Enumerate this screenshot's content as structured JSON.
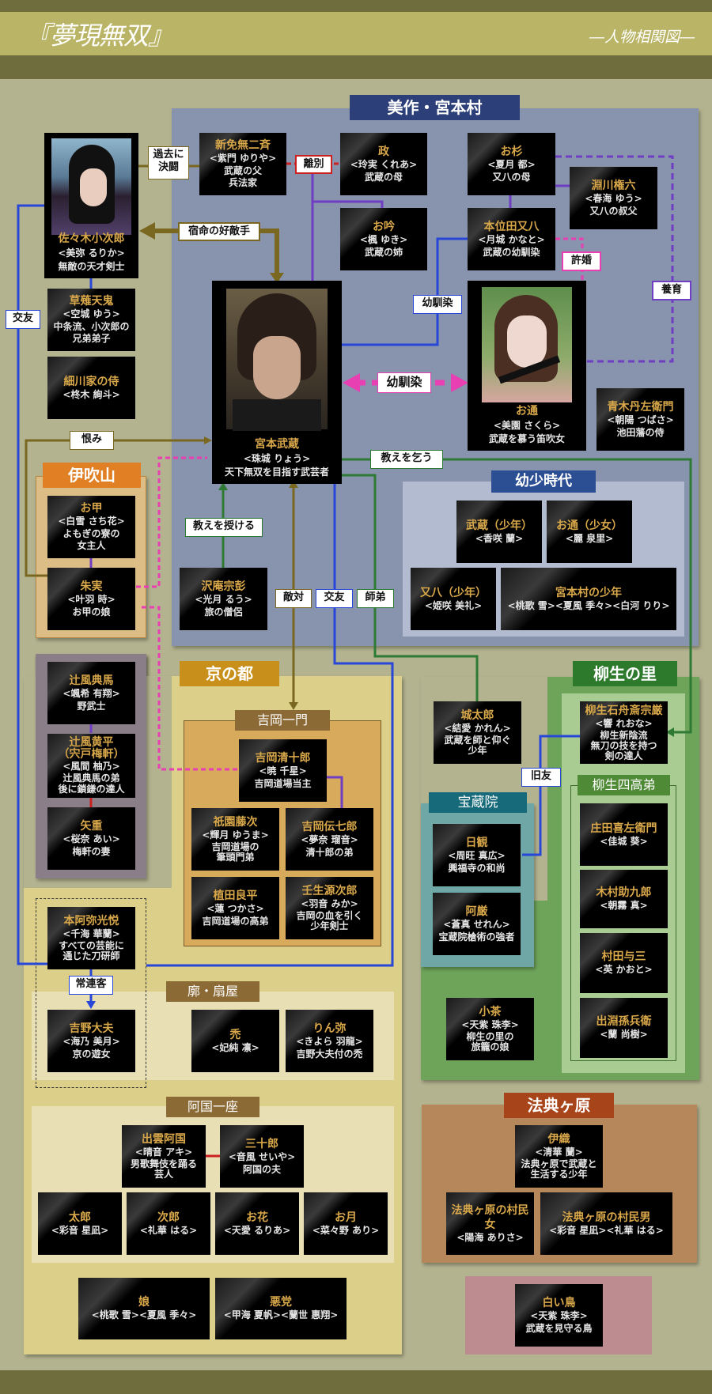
{
  "header": {
    "title": "『夢現無双』",
    "subtitle": "―人物相関図―"
  },
  "regions": {
    "miyamoto": "美作・宮本村",
    "youshou": "幼少時代",
    "ibuki": "伊吹山",
    "kyo": "京の都",
    "yoshioka": "吉岡一門",
    "kuruwa": "廓・扇屋",
    "okuni": "阿国一座",
    "yagyu": "柳生の里",
    "yagyu4": "柳生四高弟",
    "hozoin": "宝蔵院",
    "hotengahara": "法典ヶ原"
  },
  "relations": {
    "kako_kettou": "過去に\n決闘",
    "ribetsu": "離別",
    "shukumei": "宿命の好敵手",
    "kouyu1": "交友",
    "osananajimi1": "幼馴染",
    "osananajimi2": "幼馴染",
    "iinazuke": "許婚",
    "youiku": "養育",
    "urami": "恨み",
    "oshie_kou": "教えを乞う",
    "oshie_sazukeru": "教えを授ける",
    "tekitai": "敵対",
    "kouyu2": "交友",
    "shitei": "師弟",
    "kyuuyuu": "旧友",
    "jouren": "常連客"
  },
  "characters": {
    "kojiro": {
      "name": "佐々木小次郎",
      "actor": "<美弥 るりか>",
      "desc": "無敵の天才剣士"
    },
    "munisai": {
      "name": "新免無二斉",
      "actor": "<紫門 ゆりや>",
      "desc": "武蔵の父\n兵法家"
    },
    "masa": {
      "name": "政",
      "actor": "<玲実 くれあ>",
      "desc": "武蔵の母"
    },
    "ogin": {
      "name": "お吟",
      "actor": "<楓 ゆき>",
      "desc": "武蔵の姉"
    },
    "osugi": {
      "name": "お杉",
      "actor": "<夏月 都>",
      "desc": "又八の母"
    },
    "gonroku": {
      "name": "淵川権六",
      "actor": "<春海 ゆう>",
      "desc": "又八の叔父"
    },
    "matahachi": {
      "name": "本位田又八",
      "actor": "<月城 かなと>",
      "desc": "武蔵の幼馴染"
    },
    "tenki": {
      "name": "草薙天鬼",
      "actor": "<空城 ゆう>",
      "desc": "中条流、小次郎の\n兄弟弟子"
    },
    "hosokawa": {
      "name": "細川家の侍",
      "actor": "<柊木 絢斗>",
      "desc": ""
    },
    "musashi": {
      "name": "宮本武蔵",
      "actor": "<珠城 りょう>",
      "desc": "天下無双を目指す武芸者"
    },
    "otsu": {
      "name": "お通",
      "actor": "<美園 さくら>",
      "desc": "武蔵を慕う笛吹女"
    },
    "aoki": {
      "name": "青木丹左衛門",
      "actor": "<朝陽 つばさ>",
      "desc": "池田藩の侍"
    },
    "oko": {
      "name": "お甲",
      "actor": "<白雪 さち花>",
      "desc": "よもぎの寮の\n女主人"
    },
    "akemi": {
      "name": "朱実",
      "actor": "<叶羽 時>",
      "desc": "お甲の娘"
    },
    "takuan": {
      "name": "沢庵宗彭",
      "actor": "<光月 るう>",
      "desc": "旅の僧侶"
    },
    "musashi_y": {
      "name": "武蔵（少年）",
      "actor": "<香咲 蘭>",
      "desc": ""
    },
    "otsu_y": {
      "name": "お通（少女）",
      "actor": "<麗 泉里>",
      "desc": ""
    },
    "matahachi_y": {
      "name": "又八（少年）",
      "actor": "<姫咲 美礼>",
      "desc": ""
    },
    "miyamoto_boys": {
      "name": "宮本村の少年",
      "actor": "<桃歌 雪><夏風 季々><白河 りり>",
      "desc": ""
    },
    "tenma": {
      "name": "辻風典馬",
      "actor": "<颯希 有翔>",
      "desc": "野武士"
    },
    "kohei": {
      "name": "辻風黄平\n（宍戸梅軒）",
      "actor": "<風間 柚乃>",
      "desc": "辻風典馬の弟\n後に鎖鎌の達人"
    },
    "yae": {
      "name": "矢重",
      "actor": "<桜奈 あい>",
      "desc": "梅軒の妻"
    },
    "seijuro": {
      "name": "吉岡清十郎",
      "actor": "<暁 千星>",
      "desc": "吉岡道場当主"
    },
    "toji": {
      "name": "祇園藤次",
      "actor": "<輝月 ゆうま>",
      "desc": "吉岡道場の\n筆頭門弟"
    },
    "denshichiro": {
      "name": "吉岡伝七郎",
      "actor": "<夢奈 瑠音>",
      "desc": "清十郎の弟"
    },
    "ryohei": {
      "name": "植田良平",
      "actor": "<蓮 つかさ>",
      "desc": "吉岡道場の高弟"
    },
    "genjiro": {
      "name": "壬生源次郎",
      "actor": "<羽音 みか>",
      "desc": "吉岡の血を引く\n少年剣士"
    },
    "jotaro": {
      "name": "城太郎",
      "actor": "<結愛 かれん>",
      "desc": "武蔵を師と仰ぐ\n少年"
    },
    "sekishusai": {
      "name": "柳生石舟斎宗厳",
      "actor": "<響 れおな>",
      "desc": "柳生新陰流\n無刀の技を持つ\n剣の達人"
    },
    "shoda": {
      "name": "庄田喜左衛門",
      "actor": "<佳城 葵>",
      "desc": ""
    },
    "kimura": {
      "name": "木村助九郎",
      "actor": "<朝霧 真>",
      "desc": ""
    },
    "murata": {
      "name": "村田与三",
      "actor": "<英 かおと>",
      "desc": ""
    },
    "debuchi": {
      "name": "出淵孫兵衛",
      "actor": "<蘭 尚樹>",
      "desc": ""
    },
    "nikkan": {
      "name": "日観",
      "actor": "<周旺 真広>",
      "desc": "興福寺の和尚"
    },
    "agon": {
      "name": "阿厳",
      "actor": "<蒼真 せれん>",
      "desc": "宝蔵院槍術の強者"
    },
    "kocha": {
      "name": "小茶",
      "actor": "<天紫 珠李>",
      "desc": "柳生の里の\n旅籠の娘"
    },
    "koetsu": {
      "name": "本阿弥光悦",
      "actor": "<千海 華蘭>",
      "desc": "すべての芸能に\n通じた刀研師"
    },
    "yoshino": {
      "name": "吉野大夫",
      "actor": "<海乃 美月>",
      "desc": "京の遊女"
    },
    "kamuro": {
      "name": "禿",
      "actor": "<妃純 凛>",
      "desc": ""
    },
    "rinya": {
      "name": "りん弥",
      "actor": "<きよら 羽龍>",
      "desc": "吉野大夫付の禿"
    },
    "okuni": {
      "name": "出雲阿国",
      "actor": "<晴音 アキ>",
      "desc": "男歌舞伎を踊る\n芸人"
    },
    "sanjuro": {
      "name": "三十郎",
      "actor": "<音風 せいや>",
      "desc": "阿国の夫"
    },
    "taro": {
      "name": "太郎",
      "actor": "<彩音 星凪>",
      "desc": ""
    },
    "jiro": {
      "name": "次郎",
      "actor": "<礼華 はる>",
      "desc": ""
    },
    "ohana": {
      "name": "お花",
      "actor": "<天愛 るりあ>",
      "desc": ""
    },
    "otsuki": {
      "name": "お月",
      "actor": "<菜々野 あり>",
      "desc": ""
    },
    "musume": {
      "name": "娘",
      "actor": "<桃歌 雪><夏風 季々>",
      "desc": ""
    },
    "akuto": {
      "name": "悪党",
      "actor": "<甲海 夏帆><蘭世 惠翔>",
      "desc": ""
    },
    "iori": {
      "name": "伊織",
      "actor": "<清華 蘭>",
      "desc": "法典ヶ原で武蔵と\n生活する少年"
    },
    "villager_f": {
      "name": "法典ヶ原の村民女",
      "actor": "<陽海 ありさ>",
      "desc": ""
    },
    "villager_m": {
      "name": "法典ヶ原の村民男",
      "actor": "<彩音 星凪><礼華 はる>",
      "desc": ""
    },
    "shiroitori": {
      "name": "白い鳥",
      "actor": "<天紫 珠李>",
      "desc": "武蔵を見守る鳥"
    }
  }
}
